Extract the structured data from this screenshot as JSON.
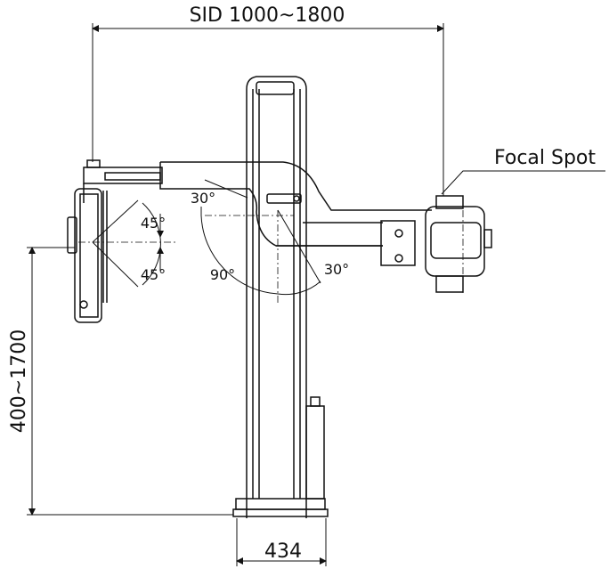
{
  "colors": {
    "line": "#111111",
    "background": "#ffffff"
  },
  "dimensions": {
    "sid": "SID 1000~1800",
    "height": "400~1700",
    "base_width": "434"
  },
  "labels": {
    "focal_spot": "Focal Spot",
    "detector_tilt_up": "45°",
    "detector_tilt_down": "45°",
    "arm_rotation_up": "30°",
    "arm_rotation_full": "90°",
    "arm_rotation_down": "30°"
  }
}
